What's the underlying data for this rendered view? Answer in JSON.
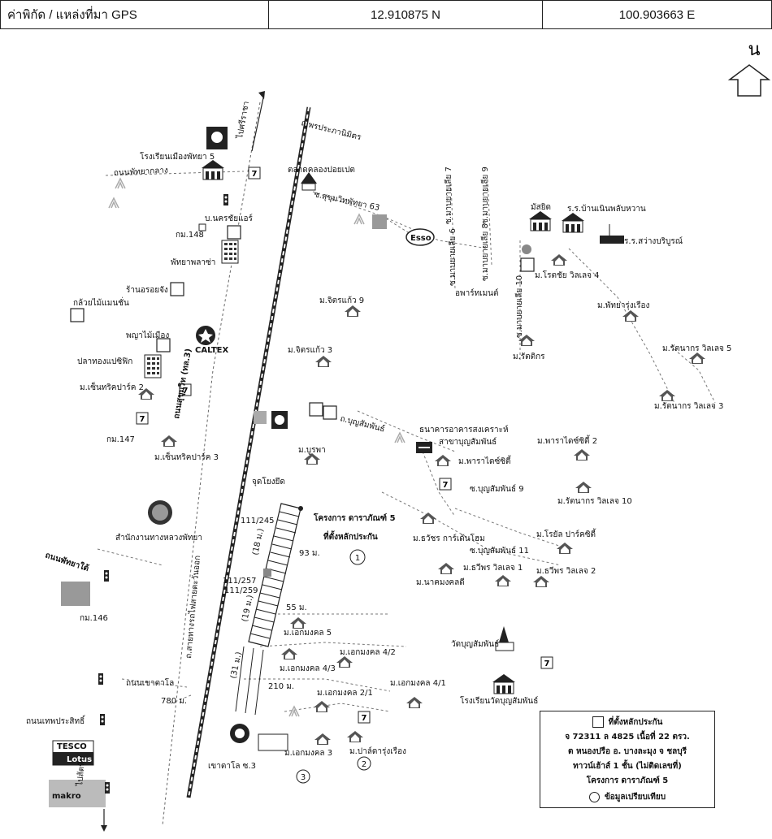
{
  "header": {
    "label": "ค่าพิกัด / แหล่งที่มา GPS",
    "lat": "12.910875  N",
    "lon": "100.903663  E"
  },
  "north": "น",
  "labels": {
    "to_sriracha": "ไปศรีราชา",
    "to_sattahip": "ไปสัตหีบ",
    "school5": "โรงเรียนเมืองพัทยา 5",
    "central_pattaya_rd": "ถนนพัทยากลาง",
    "km148": "กม.148",
    "nakorn": "บ.นครชัยแอร์",
    "pattaya_plaza": "พัทยาพลาซ่า",
    "rong_jang": "ร้านอรอยจัง",
    "banana": "กล้วยไม้แมนชั่น",
    "payanoi": "พญาไม้เมือง",
    "pla_thong": "ปลาทองแปซิฟิก",
    "sukhumvit": "ถนนสุขุมวิท (ทล.3)",
    "centric2": "ม.เซ็นทริคปาร์ค 2",
    "km147": "กม.147",
    "centric3": "ม.เซ็นทริคปาร์ค 3",
    "police": "สำนักงานทางหลวงพัทยา",
    "south_pattaya_rd": "ถนนพัทยาใต้",
    "km146": "กม.146",
    "rail_rd": "ถ.สายทางรถไฟสายตะวันออก",
    "khao_talo": "ถนนเขาตาโล",
    "d780": "780 ม.",
    "thepprasit": "ถนนเทพประสิทธิ์",
    "tesco": "TESCO",
    "lotus": "Lotus",
    "makro": "makro",
    "phon_prapanimit": "ถ.พรประภานิมิตร",
    "market": "ตลาดคลองปอยเปต",
    "sukhumvit63": "ซ.สุขุมวิทพัทยา 63",
    "esso": "Esso",
    "soi7": "ซ.มาบยายเลีย 7",
    "soi9": "ซ.มาบยายเลีย 9",
    "soi6": "ซ.มาบยายเลีย 6",
    "soi8": "ซ.มาบยายเลีย 8",
    "apartment": "อพาร์ทเมนต์",
    "mosque": "มัสยิด",
    "school_rr": "ร.ร.บ้านเนินพลับหวาน",
    "school_sawang": "ร.ร.สว่างบริบูรณ์",
    "rot_villa4": "ม.โรตชัย วิลเลจ 4",
    "jitt9": "ม.จิตรแก้ว 9",
    "jitt3": "ม.จิตรแก้ว 3",
    "soi10": "ซ.มาบยายเลีย 10",
    "rattikorn": "ม.รัตติกร",
    "pattaya_rung": "ม.พัทยารุ่งเรือง",
    "rattanakorn5": "ม.รัตนากร วิลเลจ 5",
    "rattanakorn3": "ม.รัตนากร วิลเลจ 3",
    "boonsamphan": "ถ.บุญสัมพันธ์",
    "bank": "ธนาคารอาคารสงเคราะห์",
    "bank2": "สาขาบุญสัมพันธ์",
    "burapha": "ม.บูรพา",
    "paradise": "ม.พาราไดซ์ซิตี้",
    "paradise2": "ม.พาราไดซ์ซิตี้ 2",
    "soi_boon9": "ซ.บุญสัมพันธ์ 9",
    "rattanakorn10": "ม.รัตนากร วิลเลจ 10",
    "jut_yong": "จุดโยงยึด",
    "addr1": "111/245",
    "d18m": "(18 ม.)",
    "project": "โครงการ ดาราภัณฑ์ 5",
    "site": "ที่ตั้งหลักประกัน",
    "d93": "93 ม.",
    "sawat": "ม.ธวัชร การ์เด้นโฮม",
    "royal": "ม.โรยัล ปาร์คซิตี้",
    "soi_boon11": "ซ.บุญสัมพันธ์ 11",
    "taweep1": "ม.ธวีพร วิลเลจ 1",
    "taweep2": "ม.ธวีพร วิลเลจ 2",
    "nakhon_mongkol": "ม.นาคมงคลดี",
    "addr2": "111/257",
    "addr3": "111/259",
    "d55": "55 ม.",
    "d19m": "(19 ม.)",
    "ekmongkol5": "ม.เอกมงคล 5",
    "wat": "วัดบุญสัมพันธ์",
    "ekmongkol42": "ม.เอกมงคล 4/2",
    "ekmongkol43": "ม.เอกมงคล 4/3",
    "d31m": "(31 ม.)",
    "d210": "210 ม.",
    "ekmongkol41": "ม.เอกมงคล 4/1",
    "ekmongkol21": "ม.เอกมงคล 2/1",
    "school_wat": "โรงเรียนวัดบุญสัมพันธ์",
    "khao_talo3": "เขาตาโล ซ.3",
    "ekmongkol3": "ม.เอกมงคล 3",
    "pattaya_kid": "ม.ปาล์ดารุ่งเรือง",
    "caltex": "CALTEX"
  },
  "markers": {
    "m1": "1",
    "m2": "2",
    "m3": "3"
  },
  "legend": {
    "row1": "ที่ตั้งหลักประกัน",
    "row2": "จ 72311 ล 4825 เนื้อที่ 22 ตรว.",
    "row3": "ต หนองปรือ อ. บางละมุง จ ชลบุรี",
    "row4": "ทาวน์เฮ้าส์ 1 ชั้น (ไม่ติดเลขที่)",
    "row5": "โครงการ ดาราภัณฑ์ 5",
    "row6": "ข้อมูลเปรียบเทียบ"
  }
}
